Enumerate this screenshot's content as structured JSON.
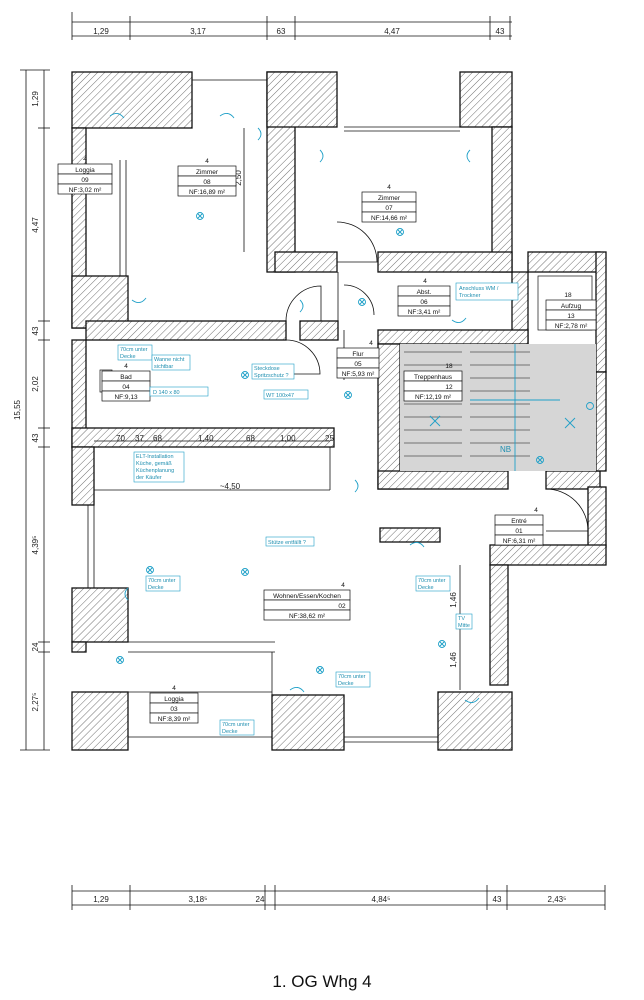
{
  "title": "1. OG Whg 4",
  "dims_top": [
    "1,29",
    "3,17",
    "63",
    "4,47",
    "43"
  ],
  "dims_bottom": [
    "1,29",
    "3,18⁵",
    "24",
    "4,84⁵",
    "43",
    "2,43⁵"
  ],
  "dims_left": [
    "1,29",
    "4,47",
    "43",
    "2,02",
    "43",
    "4,39⁵",
    "24",
    "2,27⁵"
  ],
  "dim_total_left": "15,55",
  "dims_inner": {
    "zimmer_height": "2,50",
    "bad_row": [
      "70",
      "37",
      "68",
      "1,40",
      "68",
      "1,00",
      "25"
    ],
    "wohnen_width": "~4,50",
    "right_1": "1,46",
    "right_2": "1,46"
  },
  "rooms": {
    "loggia09": {
      "num": "4",
      "name": "Loggia",
      "id": "09",
      "area": "NF:3,02 m²"
    },
    "zimmer08": {
      "num": "4",
      "name": "Zimmer",
      "id": "08",
      "area": "NF:16,89 m²"
    },
    "zimmer07": {
      "num": "4",
      "name": "Zimmer",
      "id": "07",
      "area": "NF:14,66 m²"
    },
    "abst06": {
      "num": "4",
      "name": "Abst.",
      "id": "06",
      "area": "NF:3,41 m²"
    },
    "aufzug13": {
      "num": "18",
      "name": "Aufzug",
      "id": "13",
      "area": "NF:2,78 m²"
    },
    "bad04": {
      "num": "4",
      "name": "Bad",
      "id": "04",
      "area": "NF:9,13"
    },
    "flur05": {
      "num": "4",
      "name": "Flur",
      "id": "05",
      "area": "NF:5,93 m²"
    },
    "treppe12": {
      "num": "18",
      "name": "Treppenhaus",
      "id": "12",
      "area": "NF:12,19 m²"
    },
    "entree01": {
      "num": "4",
      "name": "Entré",
      "id": "01",
      "area": "NF:6,31 m²"
    },
    "wohnen02": {
      "num": "4",
      "name": "Wohnen/Essen/Kochen",
      "id": "02",
      "area": "NF:38,62 m²"
    },
    "loggia03": {
      "num": "4",
      "name": "Loggia",
      "id": "03",
      "area": "NF:8,39 m²"
    }
  },
  "notes": {
    "wm": [
      "Anschluss WM /",
      "Trockner"
    ],
    "decke_bad": [
      "70cm unter",
      "Decke"
    ],
    "wanne": [
      "Wanne nicht",
      "sichtbar"
    ],
    "steckdose": [
      "Steckdose",
      "Spritzschutz ?"
    ],
    "dusche": "D 140 x 80",
    "wt": "WT 100x47",
    "elt": [
      "ELT-Installation",
      "Küche, gemäß",
      "Küchenplanung",
      "der Käufer"
    ],
    "stuetze": "Stütze entfällt ?",
    "decke_left": [
      "70cm unter",
      "Decke"
    ],
    "decke_right": [
      "70cm unter",
      "Decke"
    ],
    "tv": [
      "TV",
      "Mitte"
    ],
    "decke_bottom": [
      "70cm unter",
      "Decke"
    ],
    "decke_loggia": [
      "70cm unter",
      "Decke"
    ],
    "nb": "NB"
  }
}
